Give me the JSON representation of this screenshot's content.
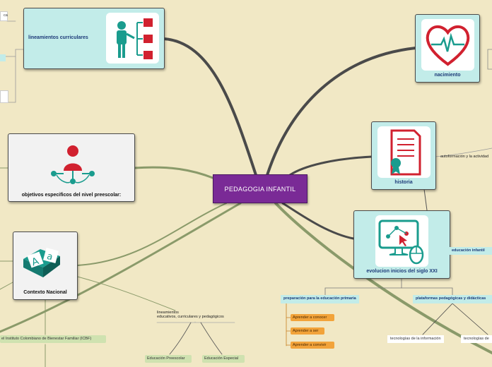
{
  "central": {
    "title": "PEDAGOGIA INFANTIL"
  },
  "nodes": {
    "lineamientos": "lineamientos curriculares",
    "nacimiento": "nacimiento",
    "historia": "historia",
    "objetivos": "objetivos especificos del nivel preescolar:",
    "evolucion": "evolucion  inicios del siglo XXI",
    "contexto": "Contexto Nacional"
  },
  "subnodes": {
    "autoformacion": "autoformación y la actividad",
    "educacion_infantil": "educación infantil",
    "preparacion": "preparación para la educación primaria",
    "plataformas": "plataformas pedagógicas y didácticas",
    "aprender_conocer": "Aprender a conocer",
    "aprender_ser": "Aprender a ser",
    "aprender_convivir": "Aprender a convivir",
    "tecnologias_info": "tecnologías de la información",
    "tecnologias_de": "tecnologías de",
    "lineamientos_edu_1": "lineamientos",
    "lineamientos_edu_2": "educativos, curriculares y pedagógicos",
    "icbf": "el Instituto Colombiano de Bienestar Familiar (ICBF)",
    "edu_preescolar": "Educación Preescolar",
    "edu_especial": "Educación Especial",
    "left_top": "ca"
  },
  "colors": {
    "background": "#f1e8c5",
    "central": "#7a2a96",
    "teal_node": "#c2ece9",
    "branch": "#4a4a4a",
    "branch_green": "#8a9a6a",
    "icon_red": "#d1212f",
    "icon_teal": "#1a9c8e"
  },
  "icons": [
    "person-board-icon",
    "heart-pulse-icon",
    "certificate-icon",
    "network-person-icon",
    "monitor-network-icon",
    "abc-book-icon"
  ]
}
